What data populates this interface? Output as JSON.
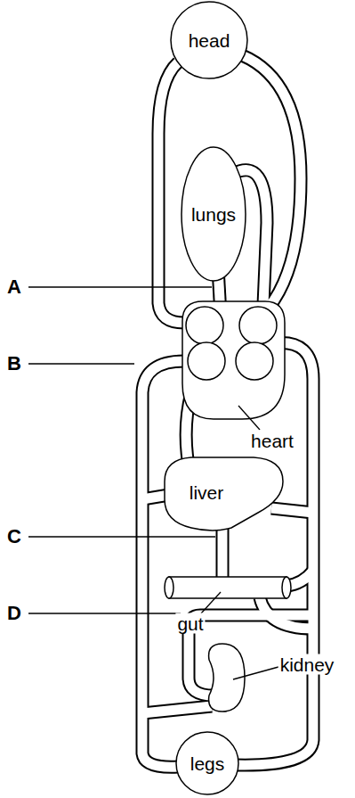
{
  "diagram": {
    "nodes": [
      {
        "text": [
          "head"
        ]
      },
      {
        "text": [
          "lungs"
        ]
      },
      {
        "text": [
          "heart"
        ]
      },
      {
        "text": [
          "liver"
        ]
      },
      {
        "text": [
          "gut"
        ]
      },
      {
        "text": [
          "kidney"
        ]
      },
      {
        "text": [
          "legs"
        ]
      }
    ],
    "labels": [
      "A",
      "B",
      "C",
      "D"
    ]
  }
}
